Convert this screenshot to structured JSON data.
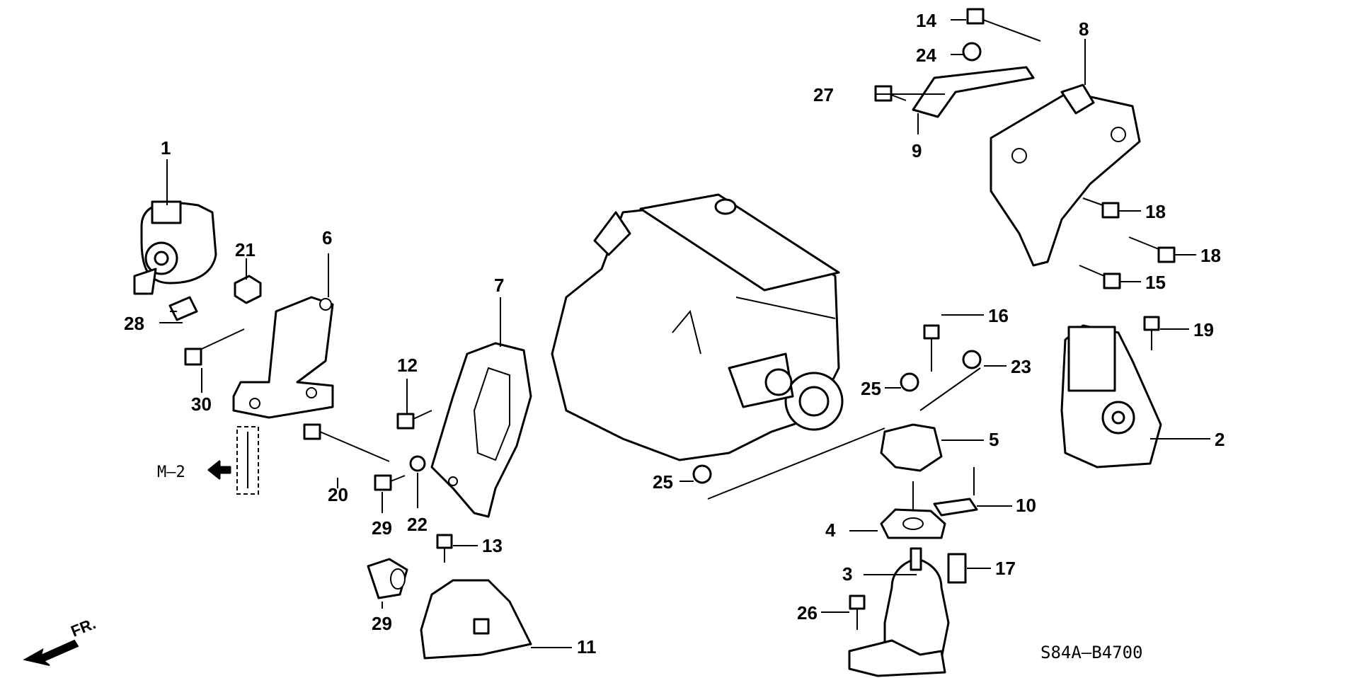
{
  "callouts": {
    "c1": "1",
    "c2": "2",
    "c3": "3",
    "c4": "4",
    "c5": "5",
    "c6": "6",
    "c7": "7",
    "c8": "8",
    "c9": "9",
    "c10": "10",
    "c11": "11",
    "c12": "12",
    "c13": "13",
    "c14": "14",
    "c15": "15",
    "c16": "16",
    "c17": "17",
    "c18a": "18",
    "c18b": "18",
    "c19": "19",
    "c20": "20",
    "c21": "21",
    "c22": "22",
    "c23": "23",
    "c24": "24",
    "c25a": "25",
    "c25b": "25",
    "c26": "26",
    "c27": "27",
    "c28": "28",
    "c29a": "29",
    "c29b": "29",
    "c30": "30"
  },
  "reference": {
    "label": "M–2"
  },
  "front": {
    "label": "FR."
  },
  "diagram_code": "S84A–B4700"
}
